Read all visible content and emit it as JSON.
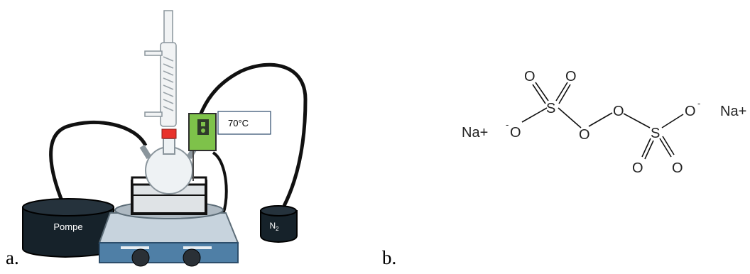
{
  "panel_a": {
    "label": "a.",
    "pump_label": "Pompe",
    "n2_label": "N",
    "n2_subscript": "2",
    "temperature": "70°C"
  },
  "panel_b": {
    "label": "b.",
    "na_left": "Na+",
    "na_right": "Na+",
    "atoms": {
      "o_minus_left": "O",
      "minus": "-",
      "s_left": "S",
      "o_bridge_1": "O",
      "o_bridge_2": "O",
      "s_right": "S",
      "o_minus_right": "O",
      "o_top_1": "O",
      "o_top_2": "O",
      "o_bottom_1": "O",
      "o_bottom_2": "O"
    }
  }
}
